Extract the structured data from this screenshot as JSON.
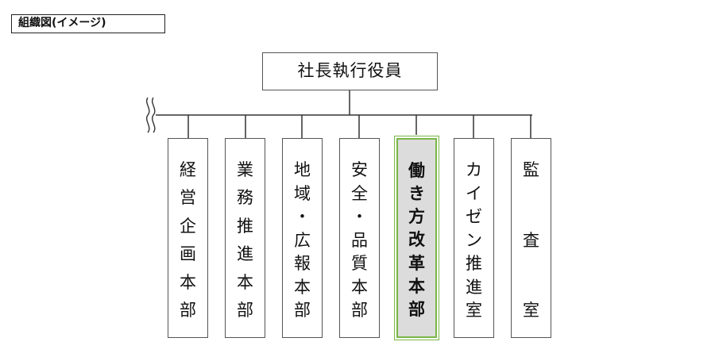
{
  "caption": "組織図(イメージ)",
  "top": {
    "label": "社長執行役員"
  },
  "departments": [
    {
      "label": "経営企画本部",
      "highlighted": false
    },
    {
      "label": "業務推進本部",
      "highlighted": false
    },
    {
      "label": "地域・広報本部",
      "highlighted": false
    },
    {
      "label": "安全・品質本部",
      "highlighted": false
    },
    {
      "label": "働き方改革本部",
      "highlighted": true
    },
    {
      "label": "カイゼン推進室",
      "highlighted": false
    },
    {
      "label": "監査室",
      "highlighted": false,
      "spread": true
    }
  ],
  "colors": {
    "highlight_border": "#7ab648",
    "highlight_fill": "#dcdcdc",
    "line": "#333333"
  },
  "icons": {
    "break_mark": "wavy-break-icon"
  }
}
